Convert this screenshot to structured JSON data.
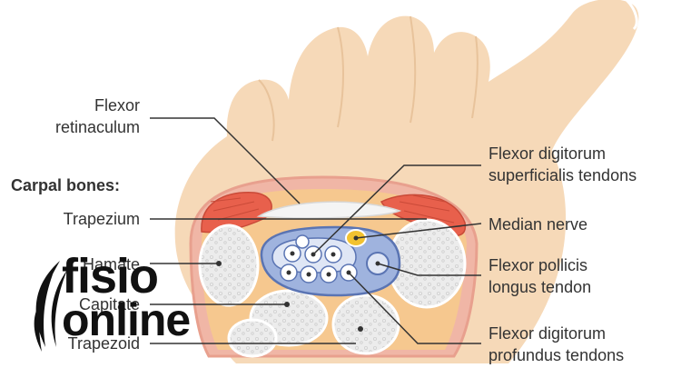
{
  "labels": {
    "flexor_retinaculum_1": "Flexor",
    "flexor_retinaculum_2": "retinaculum",
    "carpal_bones": "Carpal bones:",
    "trapezium": "Trapezium",
    "hamate": "Hamate",
    "capitate": "Capitate",
    "trapezoid": "Trapezoid",
    "fds_1": "Flexor digitorum",
    "fds_2": "superficialis tendons",
    "median_nerve": "Median nerve",
    "fpl_1": "Flexor pollicis",
    "fpl_2": "longus tendon",
    "fdp_1": "Flexor digitorum",
    "fdp_2": "profundus tendons"
  },
  "logo": {
    "line1": "fisio",
    "line2": "online"
  },
  "colors": {
    "skin": "#f6d9b8",
    "skin_line": "#e8c39b",
    "muscle": "#e8604c",
    "bone": "#e9e9e9",
    "sheath": "#7d95c8",
    "nerve": "#f2c230",
    "fat": "#f6c88f"
  }
}
